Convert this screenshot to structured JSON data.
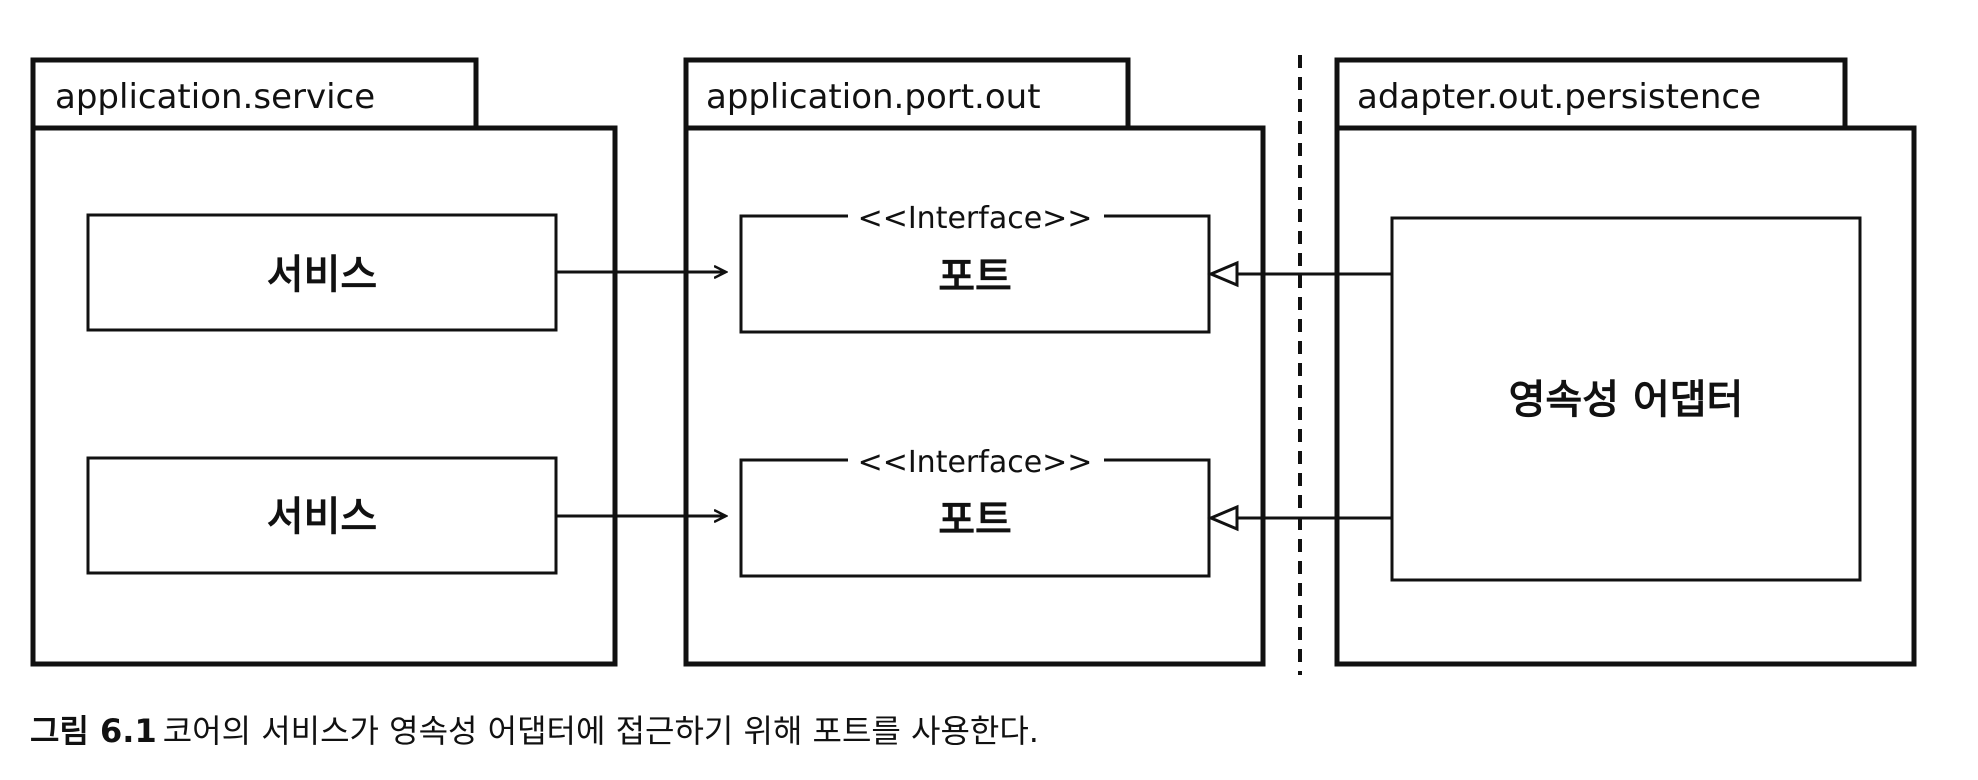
{
  "packages": {
    "service": {
      "name": "application.service"
    },
    "port_out": {
      "name": "application.port.out"
    },
    "persistence": {
      "name": "adapter.out.persistence"
    }
  },
  "boxes": {
    "service_top": "서비스",
    "service_bottom": "서비스",
    "port_top": {
      "stereotype": "<<Interface>>",
      "name": "포트"
    },
    "port_bottom": {
      "stereotype": "<<Interface>>",
      "name": "포트"
    },
    "adapter": "영속성 어댑터"
  },
  "caption": {
    "label": "그림 6.1",
    "text": "코어의 서비스가 영속성 어댑터에 접근하기 위해 포트를 사용한다."
  },
  "colors": {
    "stroke": "#111111",
    "background": "#ffffff"
  }
}
